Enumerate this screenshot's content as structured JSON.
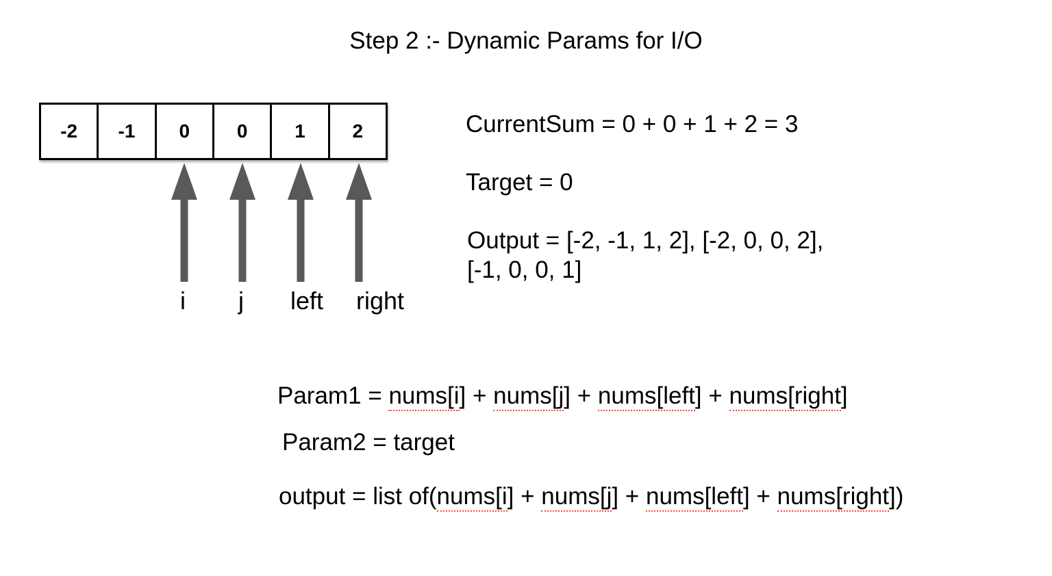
{
  "title": "Step 2 :- Dynamic Params for I/O",
  "array": {
    "cells": [
      "-2",
      "-1",
      "0",
      "0",
      "1",
      "2"
    ]
  },
  "pointers": {
    "labels": [
      "i",
      "j",
      "left",
      "right"
    ]
  },
  "right_panel": {
    "current_sum": "CurrentSum = 0 + 0 + 1 + 2 = 3",
    "target": "Target = 0",
    "output_line1": "Output = [-2, -1, 1, 2], [-2, 0, 0, 2],",
    "output_line2": "[-1, 0, 0, 1]"
  },
  "params": {
    "param1": {
      "prefix": "Param1 = ",
      "u1": "nums[i",
      "m1": "] + ",
      "u2": "nums[j",
      "m2": "] + ",
      "u3": "nums[left",
      "m3": "] + ",
      "u4": "nums[right",
      "suffix": "]"
    },
    "param2": "Param2 = target",
    "output": {
      "prefix": "output = list of(",
      "u1": "nums[i",
      "m1": "] + ",
      "u2": "nums[j",
      "m2": "] + ",
      "u3": "nums[left",
      "m3": "] + ",
      "u4": "nums[right",
      "suffix": "])"
    }
  },
  "colors": {
    "text": "#000000",
    "arrow": "#595959",
    "cell_border": "#000000",
    "squiggle": "#ff4030",
    "background": "#ffffff"
  }
}
